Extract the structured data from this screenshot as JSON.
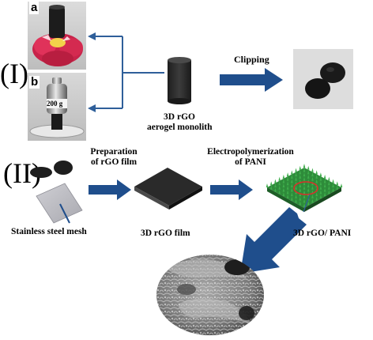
{
  "section_1": {
    "numeral": "(I)",
    "panel_a_label": "a",
    "panel_b_label": "b",
    "weight_text": "200 g",
    "monolith_caption_line1": "3D rGO",
    "monolith_caption_line2": "aerogel monolith",
    "clipping_label": "Clipping"
  },
  "section_2": {
    "numeral": "(II)",
    "prep_label_line1": "Preparation",
    "prep_label_line2": "of rGO film",
    "electro_label_line1": "Electropolymerization",
    "electro_label_line2": "of PANI",
    "mesh_caption": "Stainless steel mesh",
    "film_caption": "3D rGO film",
    "pani_caption": "3D rGO/ PANI"
  },
  "colors": {
    "arrow_blue": "#1f4e8c",
    "bracket_blue": "#2f5f9a",
    "pani_green": "#2e8b3a",
    "ring_red": "#d9302c",
    "film_dark": "#2a2a2a"
  }
}
